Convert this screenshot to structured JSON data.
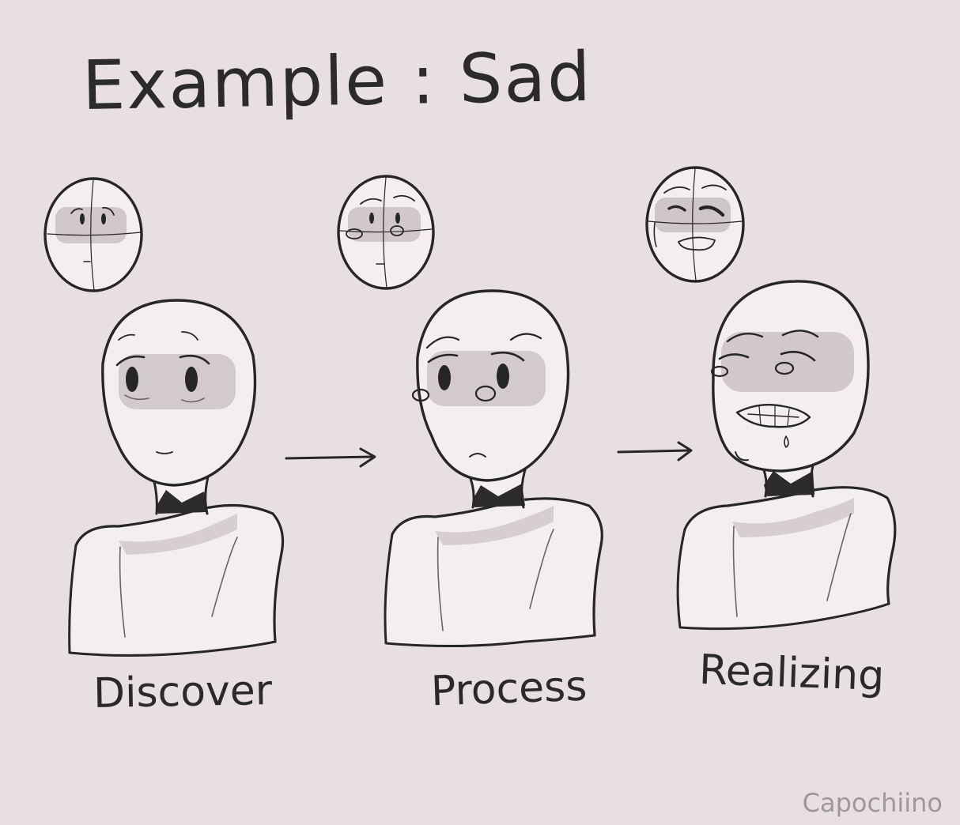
{
  "title": "Example : Sad",
  "stages": [
    {
      "label": "Discover"
    },
    {
      "label": "Process"
    },
    {
      "label": "Realizing"
    }
  ],
  "watermark": "Capochiino",
  "colors": {
    "background": "#e8dfe0",
    "ink": "#262626",
    "skin": "#f3eff0",
    "shadow": "#cbc1c6",
    "watermark": "#9d9899"
  }
}
